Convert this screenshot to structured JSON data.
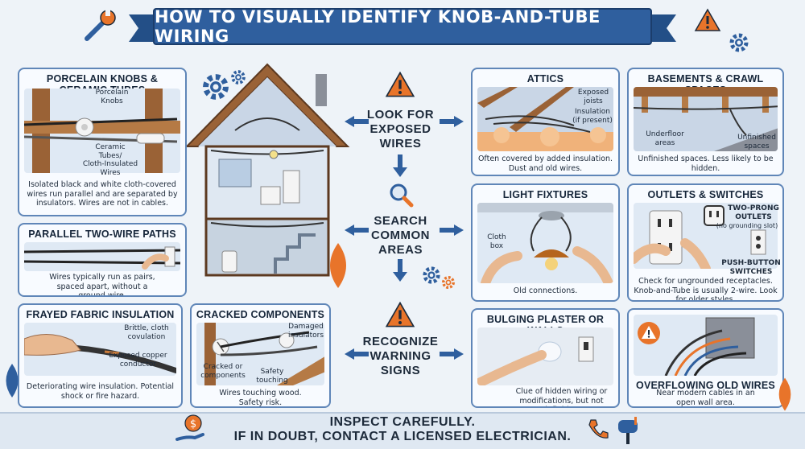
{
  "title": "HOW TO VISUALLY IDENTIFY KNOB-AND-TUBE WIRING",
  "center": {
    "look": [
      "LOOK FOR",
      "EXPOSED",
      "WIRES"
    ],
    "search": [
      "SEARCH",
      "COMMON",
      "AREAS"
    ],
    "recognize": [
      "RECOGNIZE",
      "WARNING",
      "SIGNS"
    ]
  },
  "cards": {
    "porcelain": {
      "title": "PORCELAIN KNOBS & CERAMIC TUBES",
      "label_knobs": "Porcelain\nKnobs",
      "label_tubes": "Ceramic\nTubes/\nCloth-Insulated\nWires",
      "caption": "Isolated black and white cloth-covered wires run parallel and are separated by insulators. Wires are not in cables."
    },
    "parallel": {
      "title": "PARALLEL TWO-WIRE PATHS",
      "caption": "Wires typically run as pairs, spaced apart, without a ground wire."
    },
    "frayed": {
      "title": "FRAYED FABRIC INSULATION",
      "label_brittle": "Brittle, cloth\ncovulation",
      "label_copper": "Exposed copper\nconductor",
      "caption": "Deteriorating wire insulation. Potential shock or fire hazard."
    },
    "cracked": {
      "title": "CRACKED COMPONENTS",
      "label_damaged": "Damaged\ninsulators",
      "label_cracked": "Cracked or\ncomponents",
      "label_safety": "Safety\ntouching",
      "caption": "Wires touching wood. Safety risk."
    },
    "attics": {
      "title": "ATTICS",
      "label_joists": "Exposed\njoists",
      "label_insulation": "Insulation\n(if present)",
      "caption": "Often covered by added insulation. Dust and old wires."
    },
    "basements": {
      "title": "BASEMENTS & CRAWL SPACES",
      "label_underfloor": "Underfloor\nareas",
      "label_unfinished": "Unfinished\nspaces",
      "caption": "Unfinished spaces. Less likely to be hidden."
    },
    "light": {
      "title": "LIGHT FIXTURES",
      "label_cloth": "Cloth\nbox",
      "caption": "Old connections."
    },
    "outlets": {
      "title": "OUTLETS & SWITCHES",
      "label_twoprong": "TWO-PRONG\nOUTLETS",
      "label_noground": "(no grounding slot)",
      "label_push": "PUSH-BUTTON\nSWITCHES",
      "caption": "Check for ungrounded receptacles. Knob-and-Tube is usually 2-wire. Look for older styles."
    },
    "bulging": {
      "title": "BULGING PLASTER OR WALLS",
      "caption": "Clue of hidden wiring or modifications, but not definitive."
    },
    "overflowing": {
      "title": "OVERFLOWING OLD WIRES",
      "caption": "Near modern cables in an open wall area."
    }
  },
  "footer": {
    "line1": "INSPECT CAREFULLY.",
    "line2": "IF IN DOUBT, CONTACT A LICENSED ELECTRICIAN."
  },
  "colors": {
    "banner": "#2f5f9e",
    "card_border": "#5f86b8",
    "arrow": "#2f5f9e",
    "warning": "#e8742a",
    "wood": "#9a6236",
    "porcelain": "#f4f4f4"
  }
}
